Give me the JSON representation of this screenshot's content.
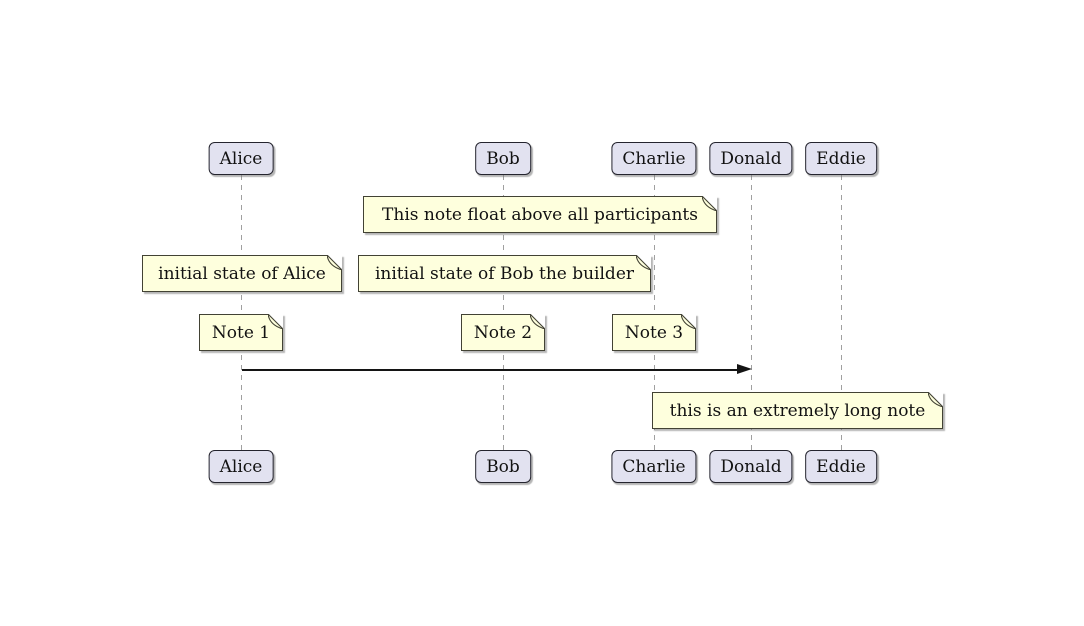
{
  "diagram": {
    "kind": "sequence-diagram"
  },
  "participants": [
    {
      "name": "Alice"
    },
    {
      "name": "Bob"
    },
    {
      "name": "Charlie"
    },
    {
      "name": "Donald"
    },
    {
      "name": "Eddie"
    }
  ],
  "notes": {
    "floating": {
      "text": "This note float above all participants"
    },
    "alice_initial": {
      "text": "initial state of Alice"
    },
    "bob_initial": {
      "text": "initial state of Bob the builder"
    },
    "note1": {
      "text": "Note 1"
    },
    "note2": {
      "text": "Note 2"
    },
    "note3": {
      "text": "Note 3"
    },
    "long_note": {
      "text": "this is an extremely long note"
    }
  },
  "messages": [
    {
      "from": "Alice",
      "to": "Donald",
      "label": ""
    }
  ],
  "colors": {
    "background": "#FFFFFF",
    "participant_fill": "#E2E2F0",
    "participant_border": "#24242E",
    "note_fill": "#FEFFDD",
    "note_border": "#424234",
    "lifeline": "#A0A0A0",
    "arrow": "#141414"
  }
}
